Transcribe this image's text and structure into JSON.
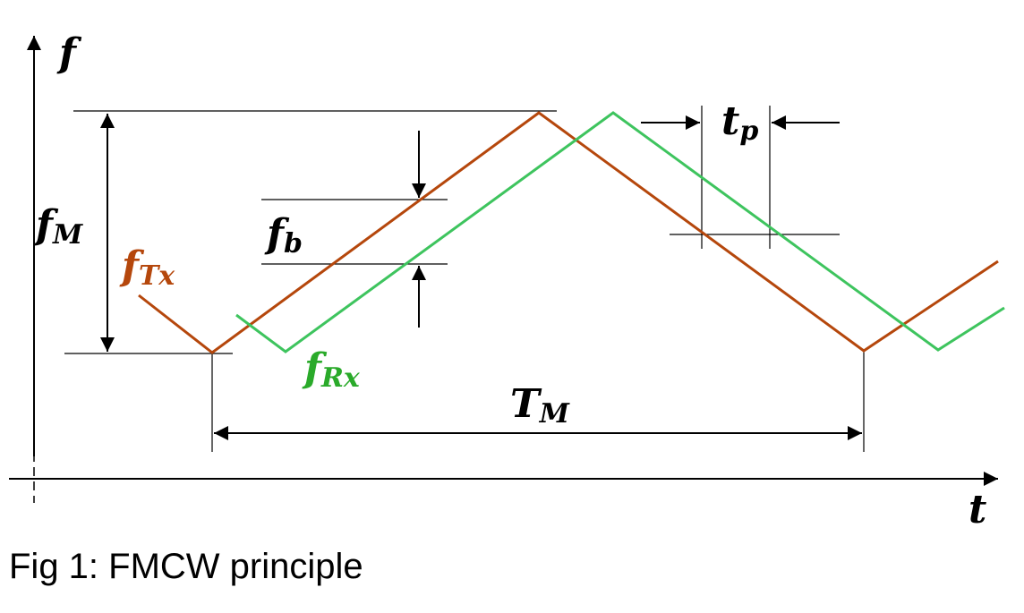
{
  "diagram": {
    "axes": {
      "y_label": "f",
      "x_label": "t"
    },
    "labels": {
      "fM": {
        "base": "f",
        "sub": "M"
      },
      "fTx": {
        "base": "f",
        "sub": "Tx"
      },
      "fRx": {
        "base": "f",
        "sub": "Rx"
      },
      "fb": {
        "base": "f",
        "sub": "b"
      },
      "tp": {
        "base": "t",
        "sub": "p"
      },
      "TM": {
        "base": "T",
        "sub": "M"
      }
    },
    "caption": "Fig 1: FMCW principle",
    "colors": {
      "tx": "#b5470c",
      "rx": "#3ec45e",
      "ink": "#000000",
      "tx_label": "#b5470c",
      "rx_label": "#2aaa2a"
    }
  }
}
